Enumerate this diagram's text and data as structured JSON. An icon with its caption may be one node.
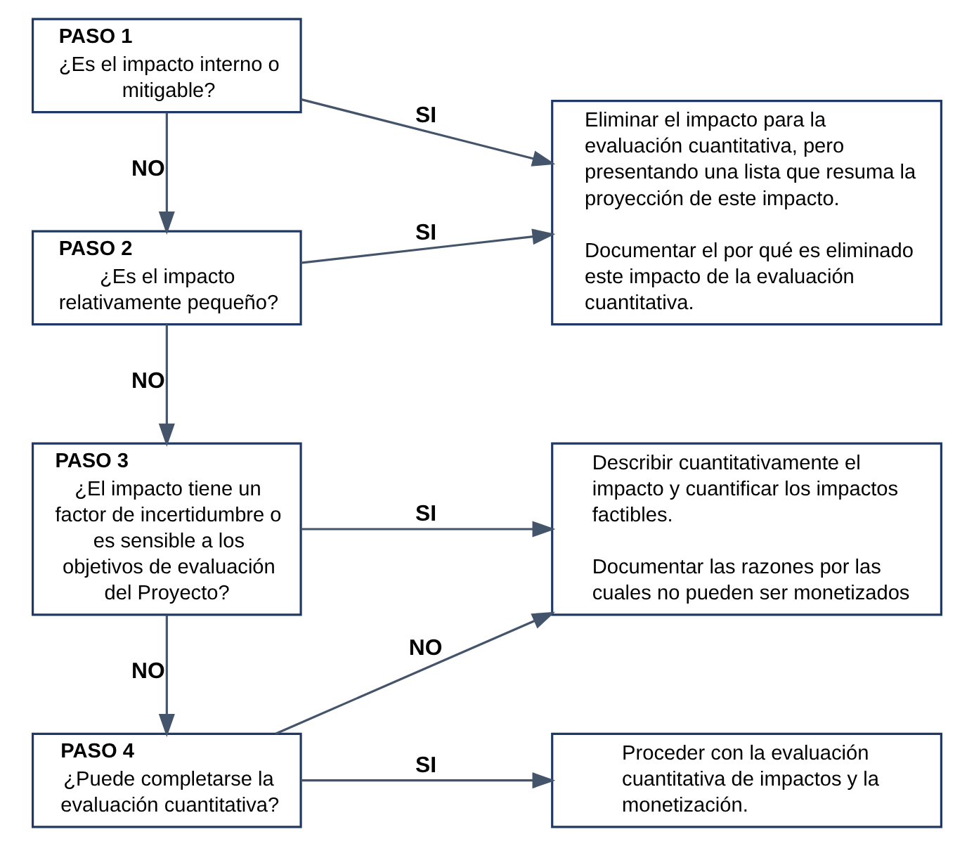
{
  "diagram": {
    "nodes": [
      {
        "text": [
          "PASO 1",
          "¿Es el impacto interno o mitigable?"
        ]
      },
      {
        "text": [
          "PASO 2",
          "¿Es el impacto relativamente pequeño?"
        ]
      },
      {
        "text": [
          "PASO 3",
          "¿El impacto tiene un factor de incertidumbre o es sensible a los objetivos de evaluación del Proyecto?"
        ]
      },
      {
        "text": [
          "PASO 4",
          "¿Puede completarse la evaluación cuantitativa?"
        ]
      },
      {
        "text": [
          "Eliminar el impacto para la evaluación cuantitativa, pero presentando una lista que resuma la proyección de este impacto.",
          "Documentar el por qué es eliminado este impacto de la evaluación cuantitativa."
        ]
      },
      {
        "text": [
          "Describir cuantitativamente el impacto y cuantificar los impactos factibles.",
          "Documentar las razones por las cuales no pueden ser monetizados"
        ]
      },
      {
        "text": [
          "Proceder con la evaluación cuantitativa de impactos y la monetización."
        ]
      }
    ],
    "edges": [
      {
        "from": 0,
        "to": 4,
        "arrow": "to",
        "label": "SI"
      },
      {
        "from": 0,
        "to": 1,
        "arrow": "to",
        "label": "NO"
      },
      {
        "from": 1,
        "to": 4,
        "arrow": "to",
        "label": "SI"
      },
      {
        "from": 1,
        "to": 2,
        "arrow": "to",
        "label": "NO"
      },
      {
        "from": 2,
        "to": 5,
        "arrow": "to",
        "label": "SI"
      },
      {
        "from": 2,
        "to": 3,
        "arrow": "to",
        "label": "NO"
      },
      {
        "from": 3,
        "to": 5,
        "arrow": "to",
        "label": "NO"
      },
      {
        "from": 3,
        "to": 6,
        "arrow": "to",
        "label": "SI"
      }
    ]
  }
}
